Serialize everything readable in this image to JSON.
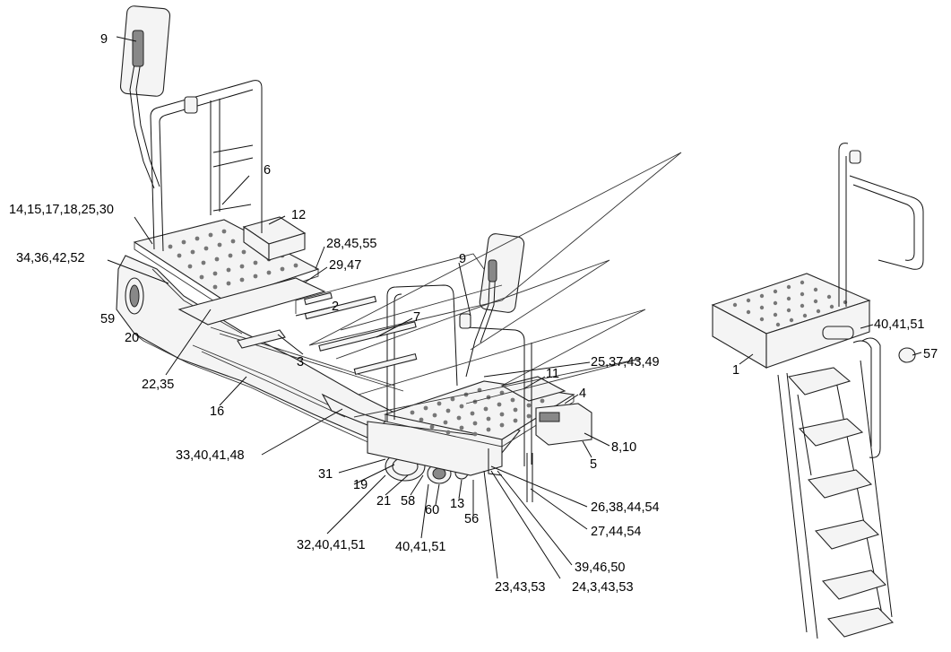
{
  "callouts": [
    {
      "id": "c9a",
      "text": "9"
    },
    {
      "id": "c6",
      "text": "6"
    },
    {
      "id": "c14",
      "text": "14,15,17,18,25,30"
    },
    {
      "id": "c12",
      "text": "12"
    },
    {
      "id": "c34",
      "text": "34,36,42,52"
    },
    {
      "id": "c28",
      "text": "28,45,55"
    },
    {
      "id": "c29",
      "text": "29,47"
    },
    {
      "id": "c9b",
      "text": "9"
    },
    {
      "id": "c2",
      "text": "2"
    },
    {
      "id": "c7",
      "text": "7"
    },
    {
      "id": "c59",
      "text": "59"
    },
    {
      "id": "c20",
      "text": "20"
    },
    {
      "id": "c3",
      "text": "3"
    },
    {
      "id": "c22",
      "text": "22,35"
    },
    {
      "id": "c16",
      "text": "16"
    },
    {
      "id": "c11",
      "text": "11"
    },
    {
      "id": "c25",
      "text": "25,37,43,49"
    },
    {
      "id": "c4",
      "text": "4"
    },
    {
      "id": "c33",
      "text": "33,40,41,48"
    },
    {
      "id": "c8",
      "text": "8,10"
    },
    {
      "id": "c5",
      "text": "5"
    },
    {
      "id": "c31",
      "text": "31"
    },
    {
      "id": "c19",
      "text": "19"
    },
    {
      "id": "c21",
      "text": "21"
    },
    {
      "id": "c58",
      "text": "58"
    },
    {
      "id": "c60",
      "text": "60"
    },
    {
      "id": "c13",
      "text": "13"
    },
    {
      "id": "c56",
      "text": "56"
    },
    {
      "id": "c26",
      "text": "26,38,44,54"
    },
    {
      "id": "c27",
      "text": "27,44,54"
    },
    {
      "id": "c32",
      "text": "32,40,41,51"
    },
    {
      "id": "c40a",
      "text": "40,41,51"
    },
    {
      "id": "c39",
      "text": "39,46,50"
    },
    {
      "id": "c23",
      "text": "23,43,53"
    },
    {
      "id": "c24",
      "text": "24,3,43,53"
    },
    {
      "id": "c1",
      "text": "1"
    },
    {
      "id": "c40b",
      "text": "40,41,51"
    },
    {
      "id": "c57",
      "text": "57"
    }
  ]
}
